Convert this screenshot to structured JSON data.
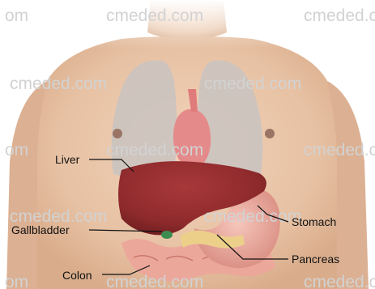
{
  "labels": {
    "liver": "Liver",
    "gallbladder": "Gallbladder",
    "colon": "Colon",
    "stomach": "Stomach",
    "pancreas": "Pancreas"
  },
  "watermark": {
    "full": "cmeded.com",
    "partial": "om"
  },
  "colors": {
    "skin": "#e7c1a3",
    "lung": "#c9c3c1",
    "heart": "#e58a8a",
    "liver": "#8e2a2c",
    "gallbladder": "#3c8c52",
    "stomach": "#e9a79c",
    "pancreas": "#ecd08a",
    "colon": "#eca79b",
    "nipple": "#9a7464"
  }
}
